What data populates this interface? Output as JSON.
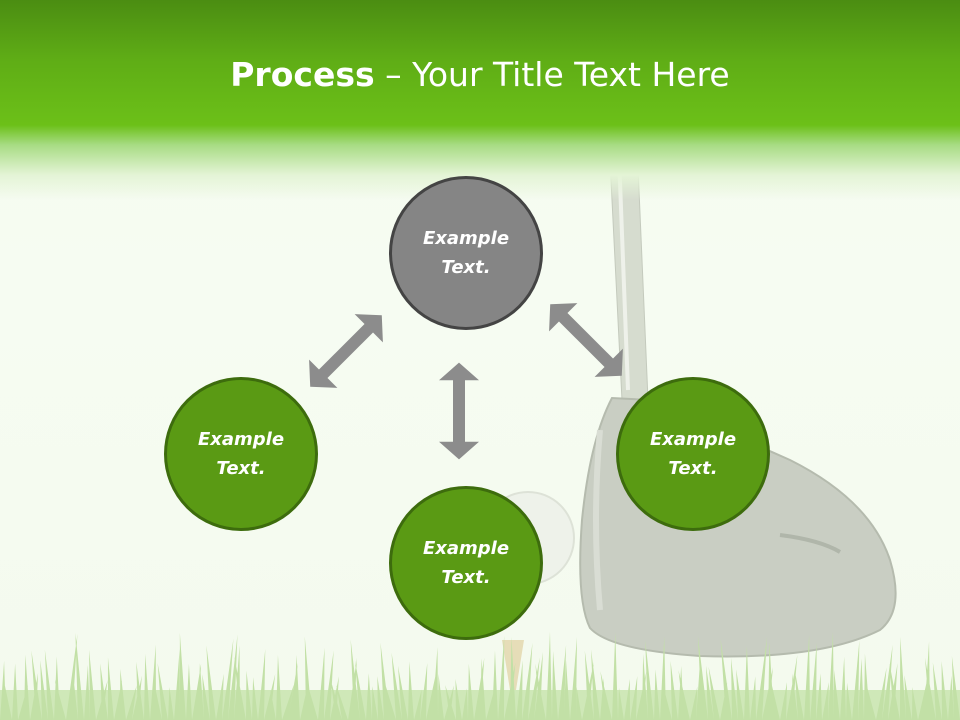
{
  "title": {
    "strong": "Process",
    "rest": " – Your Title Text Here"
  },
  "nodes": {
    "top": {
      "line1": "Example",
      "line2": "Text."
    },
    "left": {
      "line1": "Example",
      "line2": "Text."
    },
    "bottom": {
      "line1": "Example",
      "line2": "Text."
    },
    "right": {
      "line1": "Example",
      "line2": "Text."
    }
  },
  "colors": {
    "title_bar": "#5fad16",
    "node_green": "#5a9a14",
    "node_green_border": "#3d6c0d",
    "node_gray": "#858585",
    "node_gray_border": "#444444",
    "arrow": "#8c8c8c"
  },
  "background": {
    "image": "golf-club-and-ball-on-grass"
  }
}
